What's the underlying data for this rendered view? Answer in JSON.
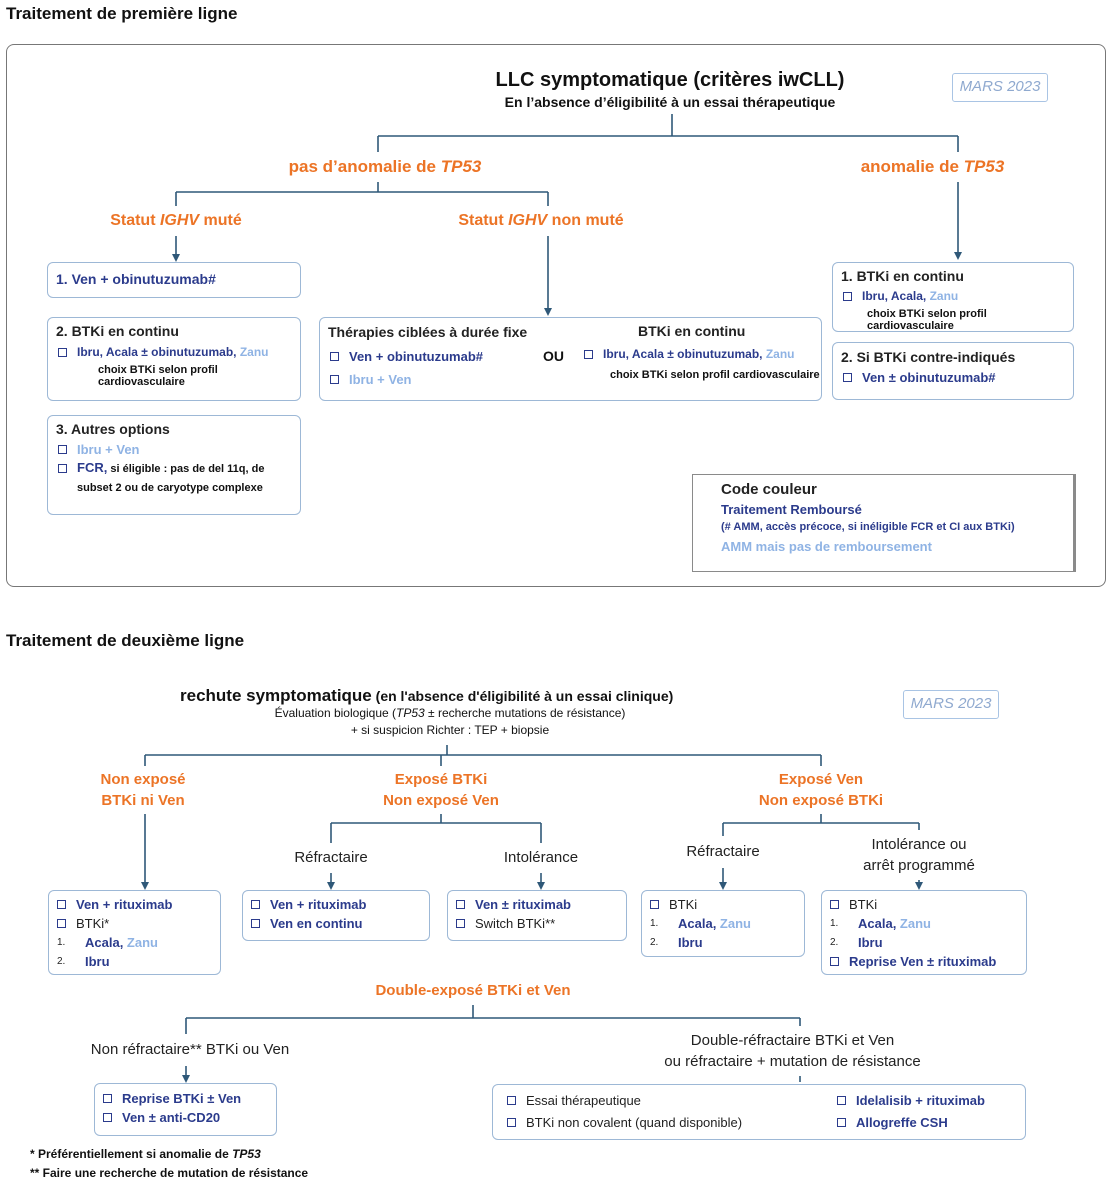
{
  "section1": {
    "heading": "Traitement de première ligne"
  },
  "section2": {
    "heading": "Traitement de deuxième ligne"
  },
  "d1": {
    "title": "LLC symptomatique (critères iwCLL)",
    "subtitle": "En l’absence d’éligibilité à un essai thérapeutique",
    "date_badge": "MARS 2023",
    "node_no_tp53": {
      "text": "pas d’anomalie de ",
      "gene": "TP53"
    },
    "node_tp53": {
      "text": "anomalie de ",
      "gene": "TP53"
    },
    "node_ighv_mute": {
      "pre": "Statut ",
      "gene": "IGHV",
      "post": " muté"
    },
    "node_ighv_nonmute": {
      "pre": "Statut ",
      "gene": "IGHV",
      "post": " non muté"
    },
    "box1": {
      "title": "1. Ven + obinutuzumab#"
    },
    "box2": {
      "title": "2. BTKi en continu",
      "item1_main": "Ibru, Acala ± obinutuzumab, ",
      "item1_alt": "Zanu",
      "note": "choix BTKi selon profil cardiovasculaire"
    },
    "box3": {
      "title": "3. Autres options",
      "item1": "Ibru + Ven",
      "item2_main": "FCR,",
      "item2_rest": " si éligible : pas de del 11q, de subset 2 ou de caryotype complexe"
    },
    "boxmid": {
      "left_title": "Thérapies ciblées à durée fixe",
      "left_item1": "Ven + obinutuzumab#",
      "left_item2": "Ibru + Ven",
      "or": "OU",
      "right_title": "BTKi en continu",
      "right_item1_main": "Ibru, Acala ± obinutuzumab, ",
      "right_item1_alt": "Zanu",
      "right_note": "choix BTKi selon profil cardiovasculaire"
    },
    "boxr1": {
      "title": "1. BTKi en continu",
      "item1_main": "Ibru, Acala, ",
      "item1_alt": "Zanu",
      "note": "choix BTKi selon profil cardiovasculaire"
    },
    "boxr2": {
      "title": "2. Si BTKi contre-indiqués",
      "item1": "Ven ± obinutuzumab#"
    },
    "legend": {
      "title": "Code couleur",
      "l1": "Traitement Remboursé",
      "l2": "(# AMM, accès précoce, si inéligible FCR et CI aux BTKi)",
      "l3": "AMM mais pas de remboursement"
    }
  },
  "d2": {
    "title_bold": "rechute symptomatique",
    "title_rest": " (en l'absence d'éligibilité à un essai clinique)",
    "sub1_pre": "Évaluation biologique (",
    "sub1_gene": "TP53",
    "sub1_post": " ± recherche mutations de résistance)",
    "sub2": "+ si suspicion Richter : TEP + biopsie",
    "date_badge": "MARS 2023",
    "n1_l1": "Non exposé",
    "n1_l2": "BTKi ni Ven",
    "n2_l1": "Exposé BTKi",
    "n2_l2": "Non exposé Ven",
    "n3_l1": "Exposé Ven",
    "n3_l2": "Non exposé BTKi",
    "h_refr1": "Réfractaire",
    "h_intol1": "Intolérance",
    "h_refr2": "Réfractaire",
    "h_intol2_l1": "Intolérance ou",
    "h_intol2_l2": "arrêt programmé",
    "b1": {
      "i1": "Ven + rituximab",
      "i2": "BTKi*",
      "n1": "1.",
      "i3_main": "Acala, ",
      "i3_alt": "Zanu",
      "n2": "2.",
      "i4": "Ibru"
    },
    "b2": {
      "i1": "Ven + rituximab",
      "i2": "Ven en continu"
    },
    "b3": {
      "i1": "Ven ± rituximab",
      "i2": "Switch BTKi**"
    },
    "b4": {
      "i1": "BTKi",
      "n1": "1.",
      "i2_main": "Acala, ",
      "i2_alt": "Zanu",
      "n2": "2.",
      "i3": "Ibru"
    },
    "b5": {
      "i1": "BTKi",
      "n1": "1.",
      "i2_main": "Acala, ",
      "i2_alt": "Zanu",
      "n2": "2.",
      "i3": "Ibru",
      "i4": "Reprise Ven ± rituximab"
    },
    "double": "Double-exposé BTKi et Ven",
    "nonref": "Non réfractaire** BTKi ou Ven",
    "dref_l1": "Double-réfractaire BTKi et Ven",
    "dref_l2": "ou réfractaire + mutation de résistance",
    "b6": {
      "i1": "Reprise BTKi ± Ven",
      "i2": "Ven ± anti-CD20"
    },
    "b7": {
      "i1": "Essai thérapeutique",
      "i2": "BTKi non covalent (quand disponible)",
      "i3": "Idelalisib + rituximab",
      "i4": "Allogreffe CSH"
    },
    "foot1_pre": "* Préférentiellement si anomalie de ",
    "foot1_gene": "TP53",
    "foot2": "** Faire une recherche de mutation de résistance"
  }
}
